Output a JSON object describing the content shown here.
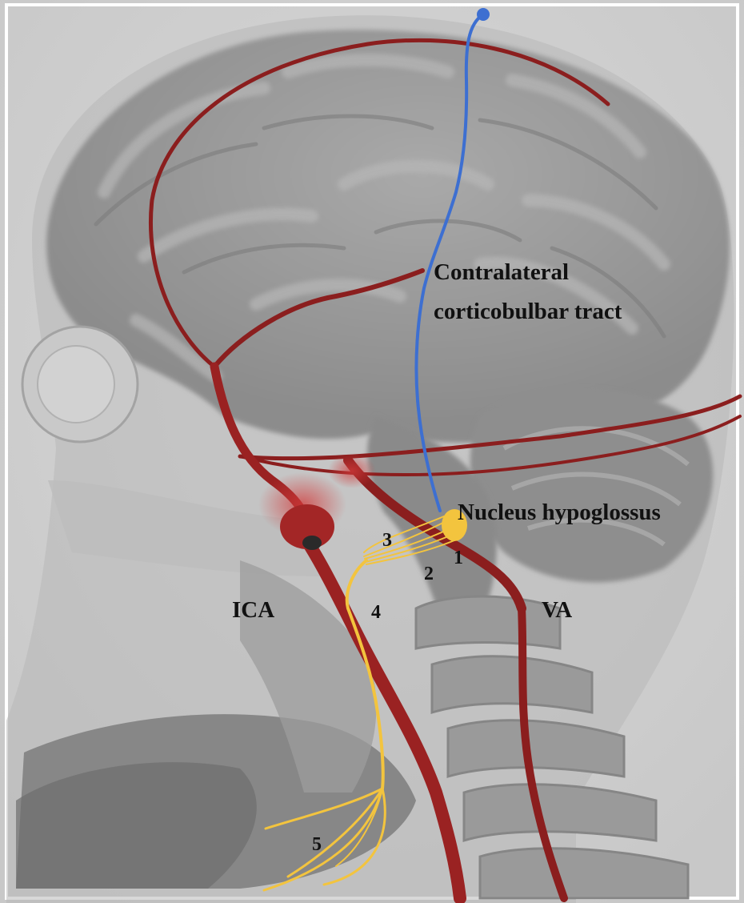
{
  "labels": {
    "tract_line1": "Contralateral",
    "tract_line2": "corticobulbar tract",
    "nucleus": "Nucleus hypoglossus",
    "ica": "ICA",
    "va": "VA",
    "seg1": "1",
    "seg2": "2",
    "seg3": "3",
    "seg4": "4",
    "seg5": "5"
  },
  "colors": {
    "artery": "#8b1e1e",
    "artery_light": "#a82a2a",
    "nerve": "#f3c43e",
    "tract": "#3d6fd1",
    "tissue_dark": "#6f6f6f",
    "tissue_mid": "#9a9a9a",
    "tissue_light": "#c4c4c4",
    "background": "#dcdcdc"
  }
}
